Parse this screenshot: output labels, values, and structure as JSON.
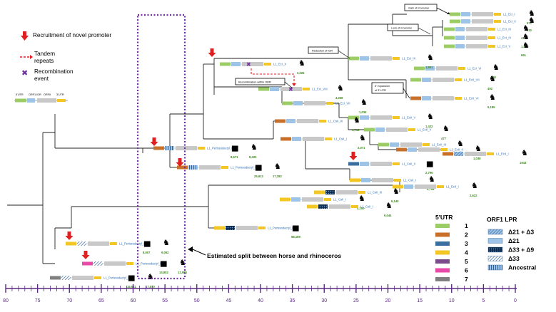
{
  "legend": {
    "promoter": "Recruitment of novel promoter",
    "tandem": [
      "Tandem",
      "repeats"
    ],
    "recomb": [
      "Recombination",
      "event"
    ],
    "structure": [
      "5'UTR",
      "ORF1",
      "IGR",
      "ORFII",
      "3'UTR"
    ],
    "utr_title": "5'UTR",
    "utr_items": [
      "1",
      "2",
      "3",
      "4",
      "5",
      "6",
      "7"
    ],
    "orf_title": "ORF1 LPR",
    "orf_items": [
      "Δ21 + Δ3",
      "Δ21",
      "Δ33 + Δ9",
      "Δ33",
      "Ancestral"
    ],
    "split_note": "Estimated split between horse and rhinoceros"
  },
  "colors": {
    "utr": [
      "#9ccc65",
      "#c8702a",
      "#3b6fa0",
      "#f2c624",
      "#7b4c8a",
      "#e84aa8",
      "#808080"
    ],
    "orf1": "#9dc3e6",
    "orf2": "#c8c8c8",
    "utr3": "#f2c624",
    "purple": "#7030a0",
    "red": "#e02020"
  },
  "annotations": {
    "gain": "Gain of monomer",
    "loss": "Loss of monomer",
    "igr": "Reduction of IGR",
    "recomb_orf": "Recombination within ORFI",
    "expansion": [
      "5' expansion",
      "of 3' UTR"
    ]
  },
  "elements": [
    {
      "name": "L1_EcI_I",
      "count": "571"
    },
    {
      "name": "L1_EcI_II",
      "count": "532"
    },
    {
      "name": "L1_EcI_III",
      "count": "410"
    },
    {
      "name": "L1_EcI_IV",
      "count": "1,949"
    },
    {
      "name": "L1_EcI_V",
      "count": "651"
    },
    {
      "name": "L1_EcI_VI",
      "count": "690"
    },
    {
      "name": "L1_EcI_X",
      "count": "3,026"
    },
    {
      "name": "L1_EcI_IX",
      "count": "1,901"
    },
    {
      "name": "L1_EcI_VIII",
      "count": "4,038"
    },
    {
      "name": "L1_EcI_VII",
      "count": "1,034"
    },
    {
      "name": "L1_EcII_VII",
      "count": "492"
    },
    {
      "name": "L1_EcII_VI",
      "count": "5,185"
    },
    {
      "name": "L1_EcII_V",
      "count": "1,422"
    },
    {
      "name": "L1_EcII_V",
      "count": "477"
    },
    {
      "name": "L1_EcII_III",
      "count": "385"
    },
    {
      "name": "L1_EcII_II",
      "count": "1,038"
    },
    {
      "name": "L1_EcII_I",
      "count": "1943"
    },
    {
      "name": "L1_CsII_III",
      "count": "1,716"
    },
    {
      "name": "L1_CsII_I",
      "count": "2,071"
    },
    {
      "name": "L1_CsII_II",
      "count": "2,796"
    },
    {
      "name": "L1_CsII_I",
      "count": "4,706"
    },
    {
      "name": "L1_EcII_I",
      "count": "2,622"
    },
    {
      "name": "L1_CsII_I",
      "count": "4,150"
    },
    {
      "name": "L1_CsII_III",
      "count": "6,140"
    },
    {
      "name": "L1_CsII_I",
      "count": "9,044"
    },
    {
      "name": "L1_Perissodactyl_I",
      "count": "58,189"
    },
    {
      "name": "L1_Perissodactyl_II",
      "count": "8,671"
    },
    {
      "name": "L1_Perissodactyl_II",
      "count": "8,320"
    },
    {
      "name": "L1_Perissodactyl_II",
      "count": "25,912"
    },
    {
      "name": "L1_Perissodactyl_II",
      "count": "17,282"
    },
    {
      "name": "L1_Perissodactyl_III",
      "count": "8,907"
    },
    {
      "name": "L1_Perissodactyl_III",
      "count": "9,062"
    },
    {
      "name": "L1_Perissodactyl_IV",
      "count": "13,852"
    },
    {
      "name": "L1_Perissodactyl_IV",
      "count": "13,988"
    },
    {
      "name": "L1_Perissodactyl_I",
      "count": "16,931"
    },
    {
      "name": "L1_Perissodactyl_I",
      "count": "17,570"
    }
  ],
  "axis_ticks": [
    "80",
    "75",
    "70",
    "65",
    "60",
    "55",
    "50",
    "45",
    "40",
    "35",
    "30",
    "25",
    "20",
    "15",
    "10",
    "5",
    "0"
  ]
}
